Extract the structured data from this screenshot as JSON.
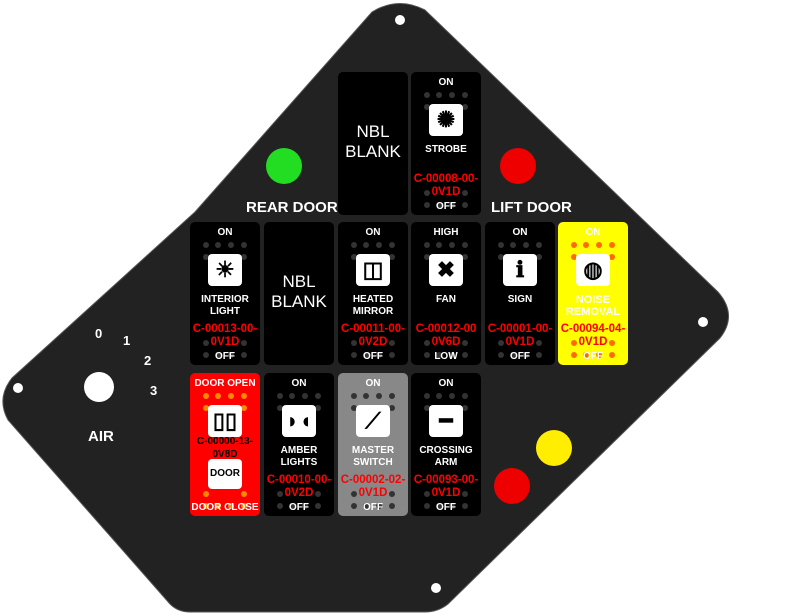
{
  "panel": {
    "rear_door": "REAR DOOR",
    "lift_door": "LIFT DOOR",
    "air": "AIR",
    "knob_positions": [
      "0",
      "1",
      "2",
      "3"
    ]
  },
  "colors": {
    "green": "#22dd22",
    "red": "#ee0000",
    "yellow": "#ffee00",
    "noise_bg": "#ffff00",
    "door_bg": "#ff0000",
    "master_bg": "#888888"
  },
  "switches": [
    {
      "id": "nbl-blank-top",
      "name": "NBL BLANK"
    },
    {
      "id": "strobe",
      "top": "ON",
      "name": "STROBE",
      "code": "C-00008-00-0V1D",
      "bottom": "OFF",
      "icon": "strobe-icon"
    },
    {
      "id": "interior-light",
      "top": "ON",
      "name": "INTERIOR LIGHT",
      "code": "C-00013-00-0V1D",
      "bottom": "OFF",
      "icon": "dome-light-icon"
    },
    {
      "id": "nbl-blank-mid",
      "name": "NBL BLANK"
    },
    {
      "id": "heated-mirror",
      "top": "ON",
      "name": "HEATED MIRROR",
      "code": "C-00011-00-0V2D",
      "bottom": "OFF",
      "icon": "heated-mirror-icon"
    },
    {
      "id": "fan",
      "top": "HIGH",
      "name": "FAN",
      "code": "C-00012-00 0V6D",
      "bottom": "LOW",
      "icon": "fan-icon"
    },
    {
      "id": "sign",
      "top": "ON",
      "name": "SIGN",
      "code": "C-00001-00-0V1D",
      "bottom": "OFF",
      "icon": "info-icon"
    },
    {
      "id": "noise-removal",
      "top": "ON",
      "name": "NOISE REMOVAL",
      "code": "C-00094-04-0V1D",
      "bottom": "OFF",
      "icon": "hearing-icon"
    },
    {
      "id": "door",
      "top": "DOOR OPEN",
      "name": "DOOR",
      "code": "C-00000-13-0V8D",
      "bottom": "DOOR CLOSE",
      "icon": "door-icon"
    },
    {
      "id": "amber-lights",
      "top": "ON",
      "name": "AMBER LIGHTS",
      "code": "C-00010-00-0V2D",
      "bottom": "OFF",
      "icon": "amber-lights-icon"
    },
    {
      "id": "master-switch",
      "top": "ON",
      "name": "MASTER SWITCH",
      "code": "C-00002-02-0V1D",
      "bottom": "OFF",
      "icon": "switch-icon"
    },
    {
      "id": "crossing-arm",
      "top": "ON",
      "name": "CROSSING ARM",
      "code": "C-00093-00-0V1D",
      "bottom": "OFF",
      "icon": "crossing-arm-icon"
    }
  ]
}
